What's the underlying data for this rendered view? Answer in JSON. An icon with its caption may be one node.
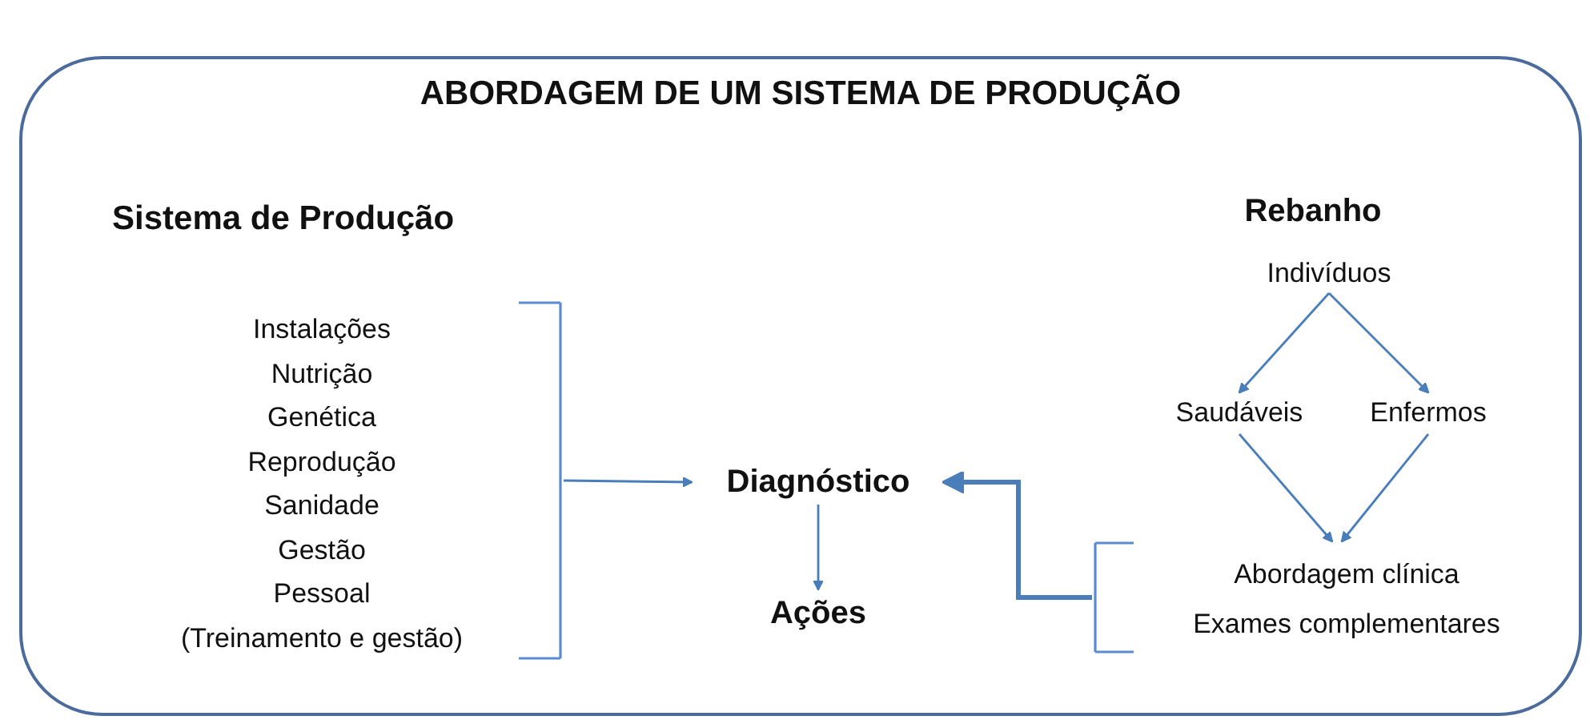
{
  "diagram": {
    "nodes": [
      {
        "text": [
          "ABORDAGEM DE UM SISTEMA DE PRODUÇÃO"
        ]
      },
      {
        "text": [
          "Instalações",
          "Nutrição",
          "Genética",
          "Reprodução",
          "Sanidade",
          "Gestão",
          "Pessoal",
          "(Treinamento e gestão)"
        ],
        "in": 0
      },
      {
        "text": [
          "Diagnóstico"
        ],
        "in": 0
      },
      {
        "text": [
          "Ações"
        ],
        "in": 0
      },
      {
        "text": [
          "Indivíduos"
        ],
        "in": 0
      },
      {
        "text": [
          "Saudáveis"
        ],
        "in": 0
      },
      {
        "text": [
          "Enfermos"
        ],
        "in": 0
      },
      {
        "text": [
          "Abordagem clínica",
          "Exames complementares"
        ],
        "in": 0
      }
    ],
    "edges": [
      {
        "from": 1,
        "to": 2,
        "arrow": "to"
      },
      {
        "from": 2,
        "to": 3,
        "arrow": "to"
      },
      {
        "from": 4,
        "to": 5,
        "arrow": "to"
      },
      {
        "from": 4,
        "to": 6,
        "arrow": "to"
      },
      {
        "from": 5,
        "to": 7,
        "arrow": "to"
      },
      {
        "from": 6,
        "to": 7,
        "arrow": "to"
      },
      {
        "from": 7,
        "to": 2,
        "arrow": "to",
        "style": "thick"
      }
    ],
    "labels": [
      "Sistema de Produção",
      "Rebanho"
    ]
  }
}
